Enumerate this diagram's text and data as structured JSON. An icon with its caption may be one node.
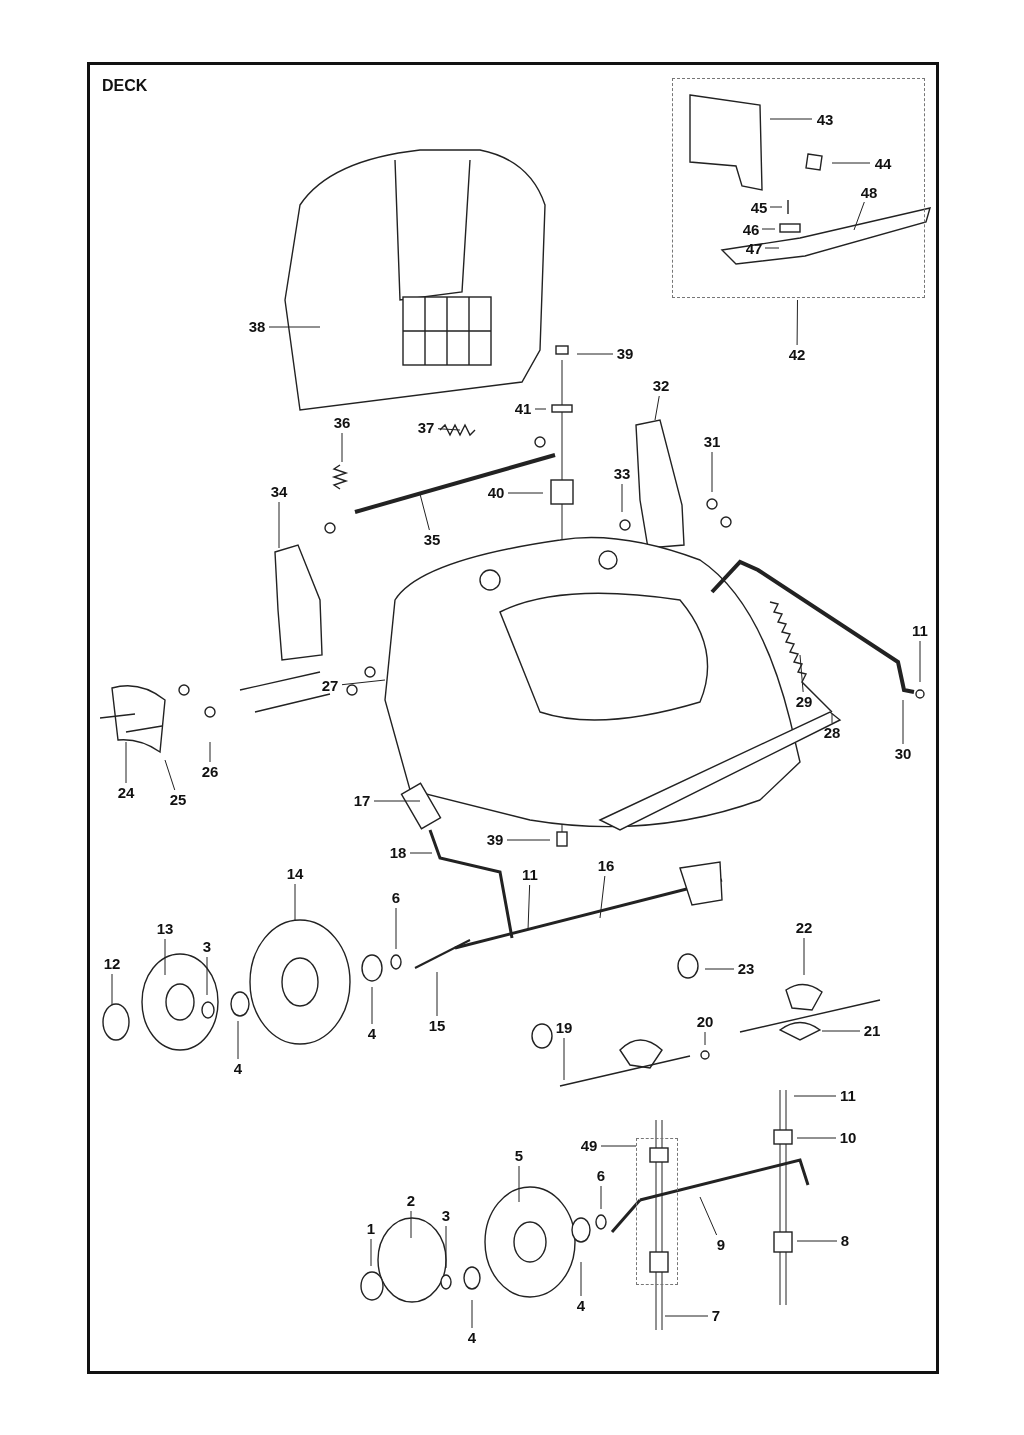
{
  "diagram": {
    "title": "DECK",
    "nodes": [
      {
        "text": [],
        "shape": "box"
      },
      {
        "text": [
          "43"
        ],
        "in": 0
      },
      {
        "text": [
          "44"
        ],
        "in": 0
      },
      {
        "text": [
          "45"
        ],
        "in": 0
      },
      {
        "text": [
          "46"
        ],
        "in": 0
      },
      {
        "text": [
          "47"
        ],
        "in": 0
      },
      {
        "text": [
          "48"
        ],
        "in": 0
      },
      {
        "text": [
          "42"
        ]
      },
      {
        "text": [
          "38"
        ]
      },
      {
        "text": [
          "39"
        ]
      },
      {
        "text": [
          "41"
        ]
      },
      {
        "text": [
          "37"
        ]
      },
      {
        "text": [
          "36"
        ]
      },
      {
        "text": [
          "32"
        ]
      },
      {
        "text": [
          "31"
        ]
      },
      {
        "text": [
          "33"
        ]
      },
      {
        "text": [
          "40"
        ]
      },
      {
        "text": [
          "35"
        ]
      },
      {
        "text": [
          "34"
        ]
      },
      {
        "text": [
          "27"
        ]
      },
      {
        "text": [
          "11"
        ]
      },
      {
        "text": [
          "29"
        ]
      },
      {
        "text": [
          "28"
        ]
      },
      {
        "text": [
          "30"
        ]
      },
      {
        "text": [
          "24"
        ]
      },
      {
        "text": [
          "25"
        ]
      },
      {
        "text": [
          "26"
        ]
      },
      {
        "text": [
          "17"
        ]
      },
      {
        "text": [
          "39"
        ]
      },
      {
        "text": [
          "18"
        ]
      },
      {
        "text": [
          "11"
        ]
      },
      {
        "text": [
          "16"
        ]
      },
      {
        "text": [
          "14"
        ]
      },
      {
        "text": [
          "6"
        ]
      },
      {
        "text": [
          "13"
        ]
      },
      {
        "text": [
          "3"
        ]
      },
      {
        "text": [
          "12"
        ]
      },
      {
        "text": [
          "22"
        ]
      },
      {
        "text": [
          "23"
        ]
      },
      {
        "text": [
          "15"
        ]
      },
      {
        "text": [
          "4"
        ]
      },
      {
        "text": [
          "4"
        ]
      },
      {
        "text": [
          "21"
        ]
      },
      {
        "text": [
          "20"
        ]
      },
      {
        "text": [
          "19"
        ]
      },
      {
        "text": [
          "11"
        ]
      },
      {
        "text": [
          "10"
        ]
      },
      {
        "text": [],
        "shape": "box"
      },
      {
        "text": [
          "49"
        ]
      },
      {
        "text": [
          "5"
        ]
      },
      {
        "text": [
          "6"
        ]
      },
      {
        "text": [
          "2"
        ]
      },
      {
        "text": [
          "3"
        ]
      },
      {
        "text": [
          "1"
        ]
      },
      {
        "text": [
          "9"
        ]
      },
      {
        "text": [
          "8"
        ]
      },
      {
        "text": [
          "4"
        ]
      },
      {
        "text": [
          "4"
        ]
      },
      {
        "text": [
          "7"
        ]
      }
    ],
    "edges": [
      {
        "from": 1,
        "to": null,
        "arrow": "none"
      },
      {
        "from": 2,
        "to": null,
        "arrow": "none"
      },
      {
        "from": 3,
        "to": null,
        "arrow": "none"
      },
      {
        "from": 4,
        "to": null,
        "arrow": "none"
      },
      {
        "from": 5,
        "to": null,
        "arrow": "none"
      },
      {
        "from": 6,
        "to": null,
        "arrow": "none"
      },
      {
        "from": 7,
        "to": 0,
        "arrow": "none"
      },
      {
        "from": 8,
        "to": null,
        "arrow": "none"
      },
      {
        "from": 9,
        "to": null,
        "arrow": "none"
      },
      {
        "from": 10,
        "to": null,
        "arrow": "none"
      },
      {
        "from": 11,
        "to": null,
        "arrow": "none"
      },
      {
        "from": 12,
        "to": null,
        "arrow": "none"
      },
      {
        "from": 13,
        "to": null,
        "arrow": "none"
      },
      {
        "from": 14,
        "to": null,
        "arrow": "none"
      },
      {
        "from": 15,
        "to": null,
        "arrow": "none"
      },
      {
        "from": 16,
        "to": null,
        "arrow": "none"
      },
      {
        "from": 17,
        "to": null,
        "arrow": "none"
      },
      {
        "from": 18,
        "to": null,
        "arrow": "none"
      },
      {
        "from": 19,
        "to": null,
        "arrow": "none"
      },
      {
        "from": 20,
        "to": null,
        "arrow": "none"
      },
      {
        "from": 21,
        "to": null,
        "arrow": "none"
      },
      {
        "from": 22,
        "to": null,
        "arrow": "none"
      },
      {
        "from": 23,
        "to": null,
        "arrow": "none"
      },
      {
        "from": 24,
        "to": null,
        "arrow": "none"
      },
      {
        "from": 25,
        "to": null,
        "arrow": "none"
      },
      {
        "from": 26,
        "to": null,
        "arrow": "none"
      },
      {
        "from": 27,
        "to": null,
        "arrow": "none"
      },
      {
        "from": 28,
        "to": null,
        "arrow": "none"
      },
      {
        "from": 29,
        "to": null,
        "arrow": "none"
      },
      {
        "from": 30,
        "to": null,
        "arrow": "none"
      },
      {
        "from": 31,
        "to": null,
        "arrow": "none"
      },
      {
        "from": 32,
        "to": null,
        "arrow": "none"
      },
      {
        "from": 33,
        "to": null,
        "arrow": "none"
      },
      {
        "from": 34,
        "to": null,
        "arrow": "none"
      },
      {
        "from": 35,
        "to": null,
        "arrow": "none"
      },
      {
        "from": 36,
        "to": null,
        "arrow": "none"
      },
      {
        "from": 37,
        "to": null,
        "arrow": "none"
      },
      {
        "from": 38,
        "to": null,
        "arrow": "none"
      },
      {
        "from": 39,
        "to": null,
        "arrow": "none"
      },
      {
        "from": 40,
        "to": null,
        "arrow": "none"
      },
      {
        "from": 41,
        "to": null,
        "arrow": "none"
      },
      {
        "from": 42,
        "to": null,
        "arrow": "none"
      },
      {
        "from": 43,
        "to": null,
        "arrow": "none"
      },
      {
        "from": 44,
        "to": null,
        "arrow": "none"
      },
      {
        "from": 45,
        "to": null,
        "arrow": "none"
      },
      {
        "from": 46,
        "to": null,
        "arrow": "none"
      },
      {
        "from": 48,
        "to": 47,
        "arrow": "none"
      },
      {
        "from": 49,
        "to": null,
        "arrow": "none"
      },
      {
        "from": 50,
        "to": null,
        "arrow": "none"
      },
      {
        "from": 51,
        "to": null,
        "arrow": "none"
      },
      {
        "from": 52,
        "to": null,
        "arrow": "none"
      },
      {
        "from": 53,
        "to": null,
        "arrow": "none"
      },
      {
        "from": 54,
        "to": null,
        "arrow": "none"
      },
      {
        "from": 55,
        "to": null,
        "arrow": "none"
      },
      {
        "from": 56,
        "to": null,
        "arrow": "none"
      },
      {
        "from": 57,
        "to": null,
        "arrow": "none"
      },
      {
        "from": 58,
        "to": null,
        "arrow": "none"
      }
    ]
  }
}
